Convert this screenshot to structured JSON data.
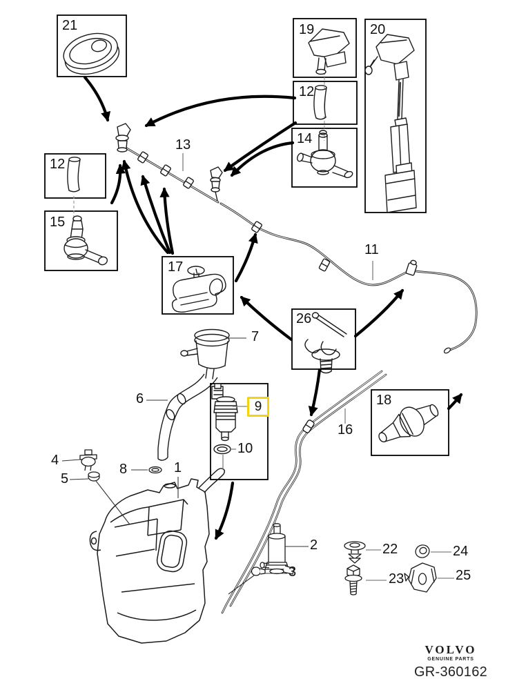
{
  "figure": {
    "type": "exploded-parts-diagram",
    "subject": "washer-fluid-system"
  },
  "callouts": [
    {
      "num": "21",
      "boxed": true
    },
    {
      "num": "19",
      "boxed": true
    },
    {
      "num": "12",
      "boxed": true
    },
    {
      "num": "14",
      "boxed": true
    },
    {
      "num": "20",
      "boxed": true
    },
    {
      "num": "12",
      "boxed": true
    },
    {
      "num": "15",
      "boxed": true
    },
    {
      "num": "13",
      "boxed": false
    },
    {
      "num": "11",
      "boxed": false
    },
    {
      "num": "17",
      "boxed": true
    },
    {
      "num": "26",
      "boxed": true
    },
    {
      "num": "7",
      "boxed": false
    },
    {
      "num": "6",
      "boxed": false
    },
    {
      "num": "9",
      "boxed": false,
      "highlighted": true
    },
    {
      "num": "10",
      "boxed": false
    },
    {
      "num": "18",
      "boxed": true
    },
    {
      "num": "16",
      "boxed": false
    },
    {
      "num": "4",
      "boxed": false
    },
    {
      "num": "5",
      "boxed": false
    },
    {
      "num": "8",
      "boxed": false
    },
    {
      "num": "1",
      "boxed": false
    },
    {
      "num": "2",
      "boxed": false
    },
    {
      "num": "3",
      "boxed": false
    },
    {
      "num": "22",
      "boxed": false
    },
    {
      "num": "24",
      "boxed": false
    },
    {
      "num": "23",
      "boxed": false
    },
    {
      "num": "25",
      "boxed": false
    }
  ],
  "highlight": {
    "selected_part": "9",
    "color": "#F2D40E"
  },
  "footer": {
    "brand": "VOLVO",
    "brand_sub": "GENUINE PARTS",
    "drawing_code": "GR-360162"
  }
}
